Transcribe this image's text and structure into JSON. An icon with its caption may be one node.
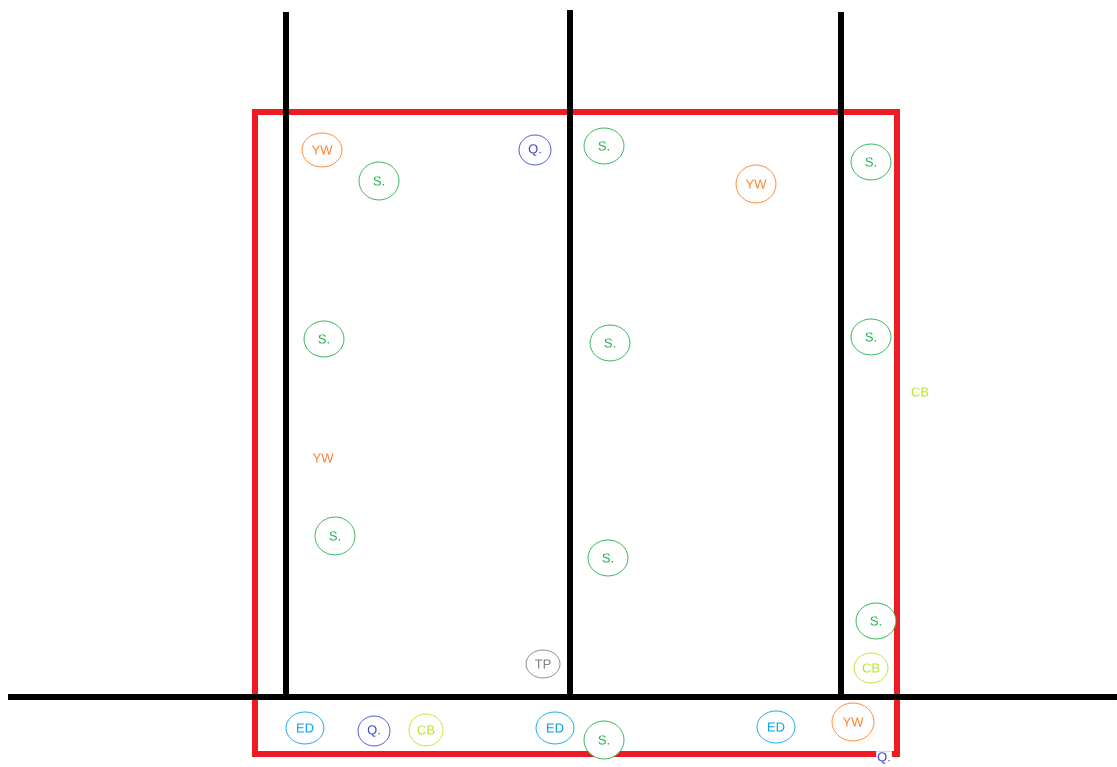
{
  "diagram": {
    "nodes": [
      {
        "text": [
          "YW"
        ]
      },
      {
        "text": [
          "Q."
        ]
      },
      {
        "text": [
          "S."
        ]
      },
      {
        "text": [
          "S."
        ]
      },
      {
        "text": [
          "S."
        ]
      },
      {
        "text": [
          "YW"
        ]
      },
      {
        "text": [
          "S."
        ]
      },
      {
        "text": [
          "S."
        ]
      },
      {
        "text": [
          "S."
        ]
      },
      {
        "text": [
          "S."
        ]
      },
      {
        "text": [
          "S."
        ]
      },
      {
        "text": [
          "S."
        ]
      },
      {
        "text": [
          "TP"
        ]
      },
      {
        "text": [
          "CB"
        ]
      },
      {
        "text": [
          "ED"
        ]
      },
      {
        "text": [
          "Q."
        ]
      },
      {
        "text": [
          "CB"
        ]
      },
      {
        "text": [
          "ED"
        ]
      },
      {
        "text": [
          "S."
        ]
      },
      {
        "text": [
          "ED"
        ]
      },
      {
        "text": [
          "YW"
        ]
      }
    ],
    "labels": [
      "CB",
      "YW",
      "Q."
    ]
  }
}
